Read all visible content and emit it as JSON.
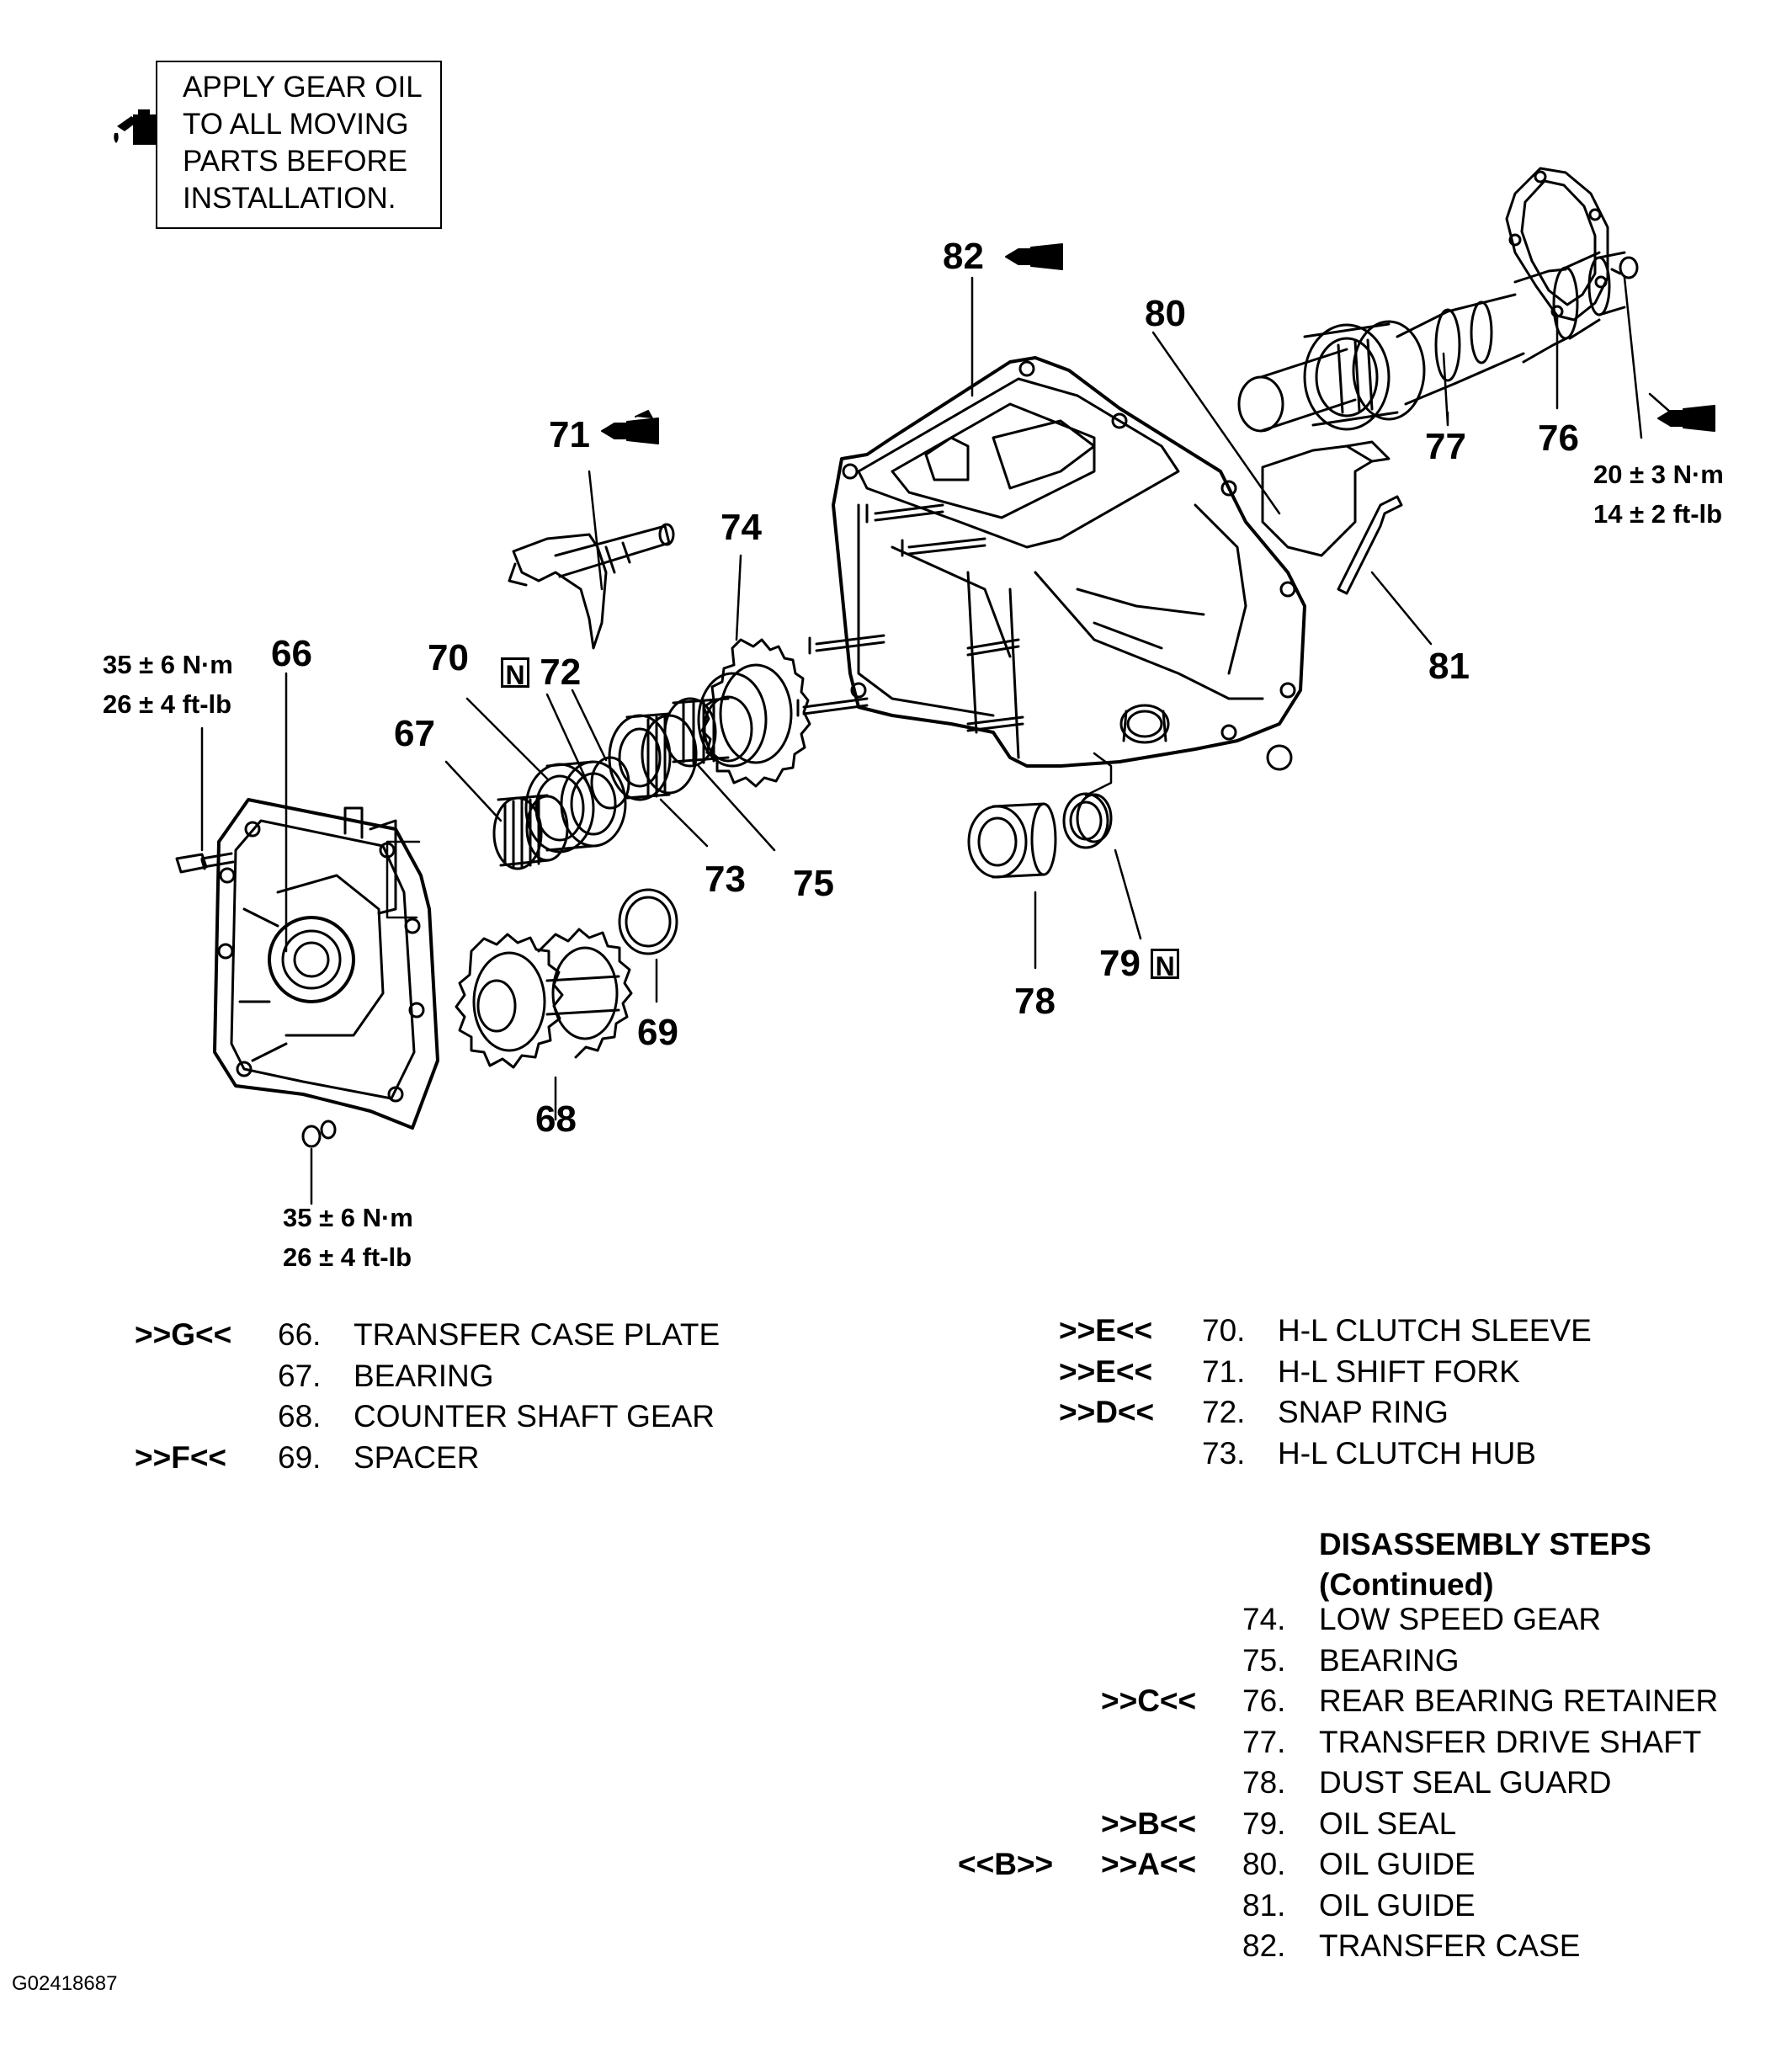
{
  "note": {
    "lines": [
      "APPLY GEAR OIL",
      "TO ALL MOVING",
      "PARTS BEFORE",
      "INSTALLATION."
    ],
    "icon": "oil-can-icon"
  },
  "callouts": {
    "c66": "66",
    "c67": "67",
    "c68": "68",
    "c69": "69",
    "c70": "70",
    "c71": "71",
    "c72": "72",
    "c73": "73",
    "c74": "74",
    "c75": "75",
    "c76": "76",
    "c77": "77",
    "c78": "78",
    "c79": "79",
    "c80": "80",
    "c81": "81",
    "c82": "82",
    "n_badge": "N"
  },
  "torque": {
    "upper_left": [
      "35 ± 6 N·m",
      "26 ± 4 ft-lb"
    ],
    "lower_left": [
      "35 ± 6 N·m",
      "26 ± 4 ft-lb"
    ],
    "right": [
      "20 ± 3 N·m",
      "14 ± 2 ft-lb"
    ]
  },
  "list_left": [
    {
      "code": ">>G<<",
      "num": "66.",
      "name": "TRANSFER CASE PLATE"
    },
    {
      "code": "",
      "num": "67.",
      "name": "BEARING"
    },
    {
      "code": "",
      "num": "68.",
      "name": "COUNTER SHAFT GEAR"
    },
    {
      "code": ">>F<<",
      "num": "69.",
      "name": "SPACER"
    }
  ],
  "list_middle": [
    {
      "code": ">>E<<",
      "num": "70.",
      "name": "H-L CLUTCH SLEEVE"
    },
    {
      "code": ">>E<<",
      "num": "71.",
      "name": " H-L SHIFT FORK"
    },
    {
      "code": ">>D<<",
      "num": "72.",
      "name": "SNAP RING"
    },
    {
      "code": "",
      "num": "73.",
      "name": "H-L CLUTCH HUB"
    }
  ],
  "disassembly_heading": [
    "DISASSEMBLY STEPS",
    "(Continued)"
  ],
  "list_right": [
    {
      "pre": "",
      "code": "",
      "num": "74.",
      "name": "LOW SPEED GEAR"
    },
    {
      "pre": "",
      "code": "",
      "num": "75.",
      "name": "BEARING"
    },
    {
      "pre": "",
      "code": ">>C<<",
      "num": "76.",
      "name": "REAR BEARING RETAINER"
    },
    {
      "pre": "",
      "code": "",
      "num": "77.",
      "name": "TRANSFER DRIVE SHAFT"
    },
    {
      "pre": "",
      "code": "",
      "num": "78.",
      "name": "DUST SEAL GUARD"
    },
    {
      "pre": "",
      "code": ">>B<<",
      "num": "79.",
      "name": "OIL SEAL"
    },
    {
      "pre": "<<B>>",
      "code": ">>A<<",
      "num": "80.",
      "name": "OIL GUIDE"
    },
    {
      "pre": "",
      "code": "",
      "num": "81.",
      "name": "OIL GUIDE"
    },
    {
      "pre": "",
      "code": "",
      "num": "82.",
      "name": "TRANSFER CASE"
    }
  ],
  "figure_id": "G02418687"
}
